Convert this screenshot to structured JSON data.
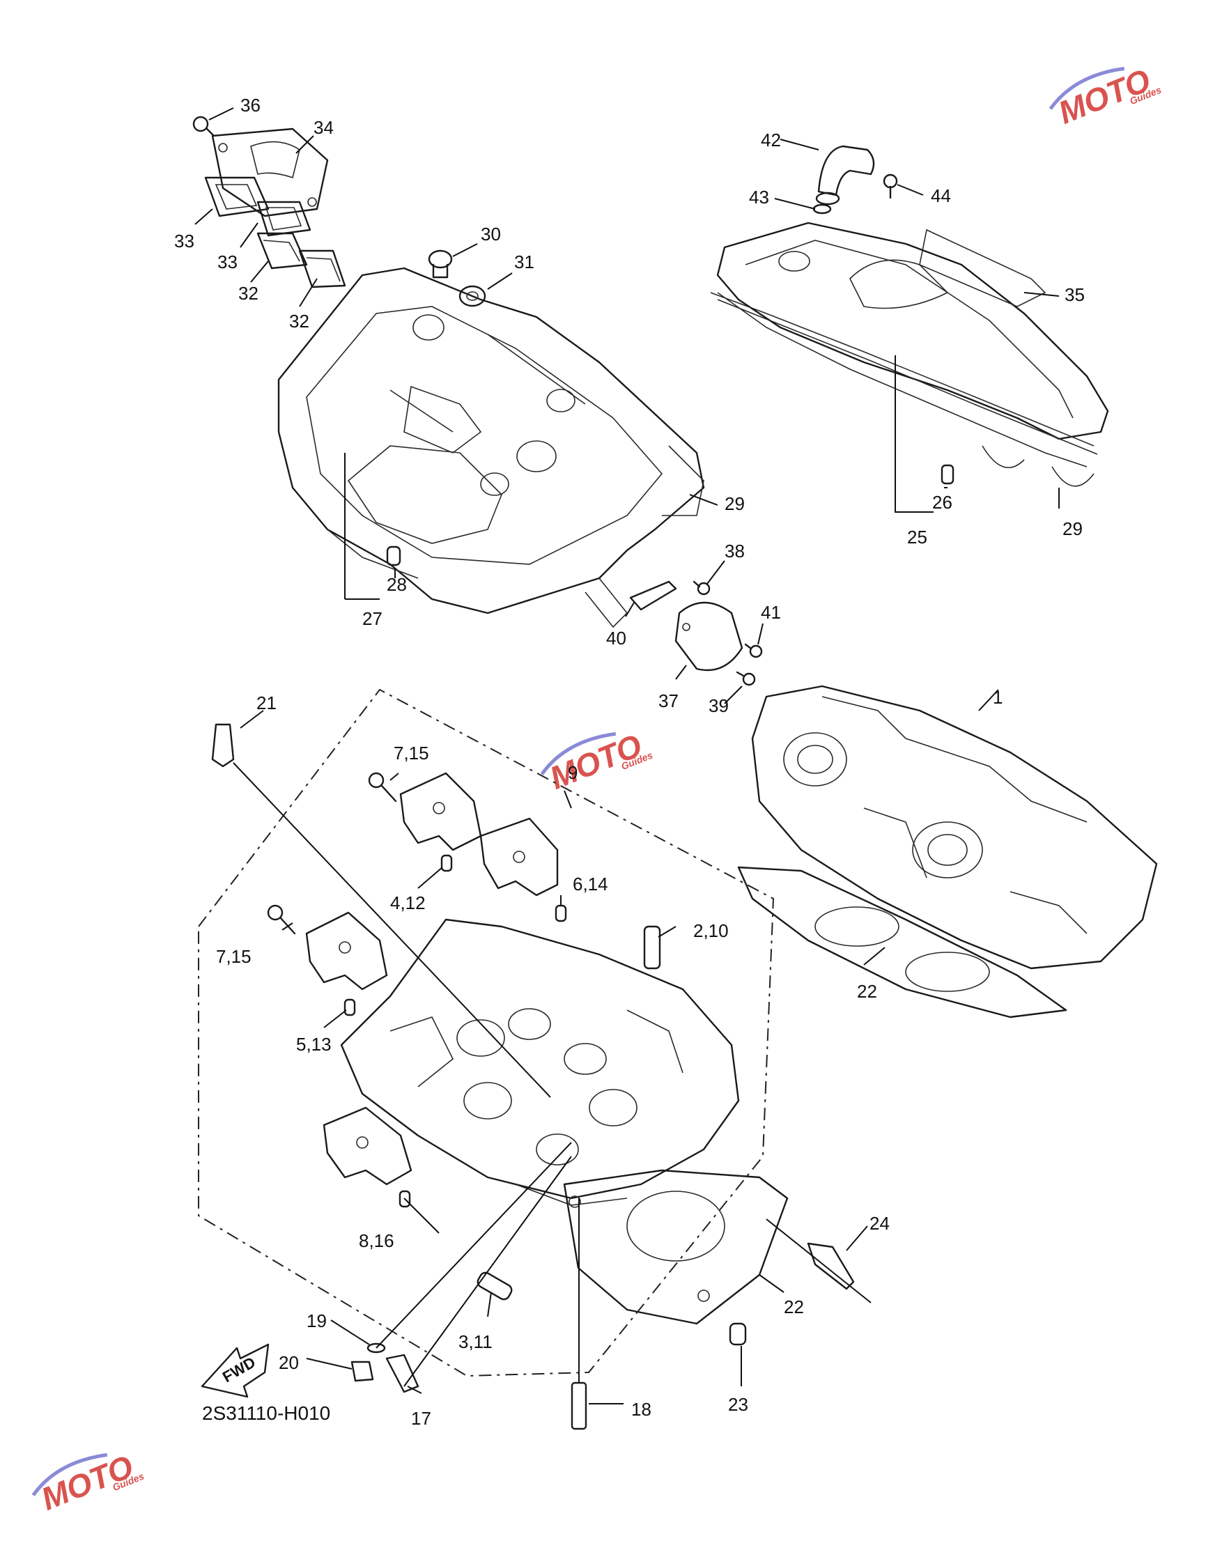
{
  "diagram": {
    "code": "2S31110-H010",
    "fwd_label": "FWD",
    "watermark": {
      "brand": "MOTO",
      "sub": "Guides",
      "color": "#d9534f",
      "accent": "#6a6ad0"
    },
    "callouts": [
      "36",
      "34",
      "33",
      "33",
      "32",
      "32",
      "30",
      "31",
      "29",
      "28",
      "27",
      "42",
      "43",
      "44",
      "35",
      "26",
      "25",
      "29",
      "38",
      "41",
      "40",
      "37",
      "39",
      "21",
      "7,15",
      "9",
      "1",
      "4,12",
      "6,14",
      "2,10",
      "7,15",
      "5,13",
      "22",
      "8,16",
      "24",
      "22",
      "19",
      "3,11",
      "20",
      "17",
      "18",
      "23"
    ]
  }
}
